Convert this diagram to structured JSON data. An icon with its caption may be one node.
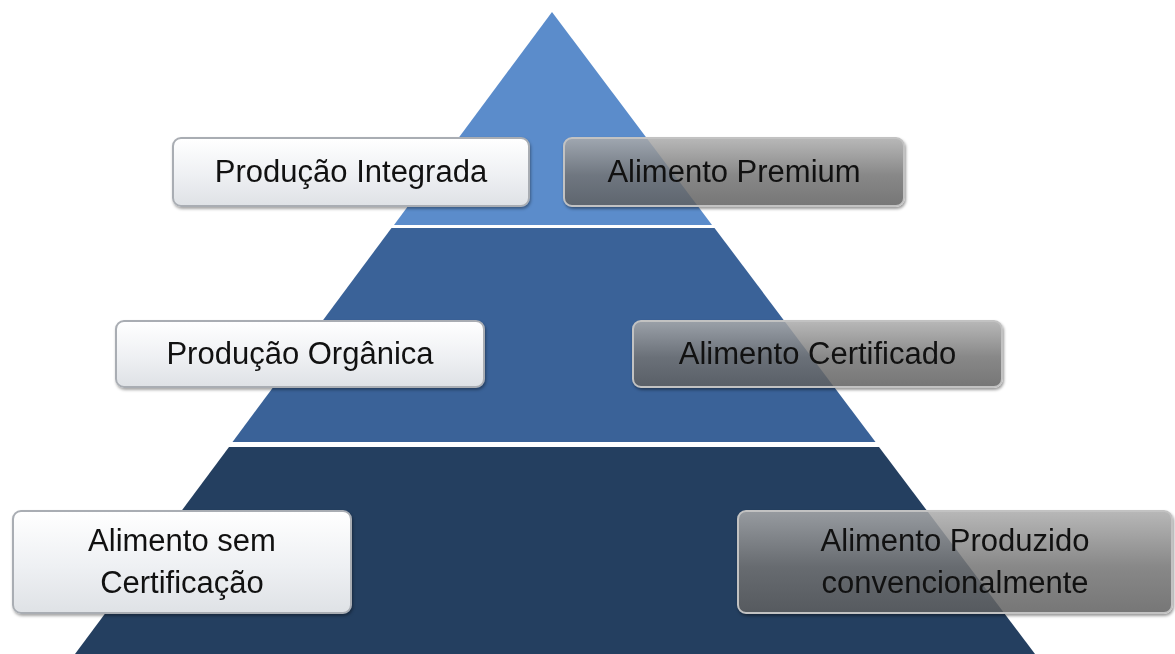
{
  "diagram": {
    "nodes": [
      {
        "text": [
          "Produção Integrada"
        ]
      },
      {
        "text": [
          "Alimento Premium"
        ]
      },
      {
        "text": [
          "Produção Orgânica"
        ]
      },
      {
        "text": [
          "Alimento Certificado"
        ]
      },
      {
        "text": [
          "Alimento sem Certificação"
        ]
      },
      {
        "text": [
          "Alimento Produzido convencionalmente"
        ]
      }
    ]
  }
}
